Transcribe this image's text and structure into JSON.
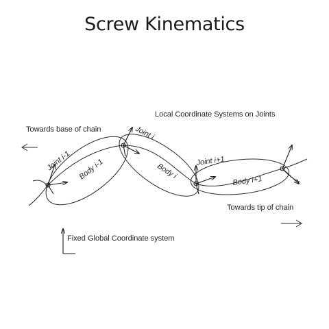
{
  "title": "Screw Kinematics",
  "labels": {
    "local_coordinate_systems": "Local Coordinate Systems on Joints",
    "towards_base": "Towards base of chain",
    "towards_tip": "Towards tip of chain",
    "fixed_global": "Fixed Global Coordinate system"
  },
  "joints": [
    {
      "label": "Joint i-1"
    },
    {
      "label": "Joint i"
    },
    {
      "label": "Joint i+1"
    }
  ],
  "bodies": [
    {
      "label": "Body i-1"
    },
    {
      "label": "Body i"
    },
    {
      "label": "Body i+1"
    }
  ]
}
